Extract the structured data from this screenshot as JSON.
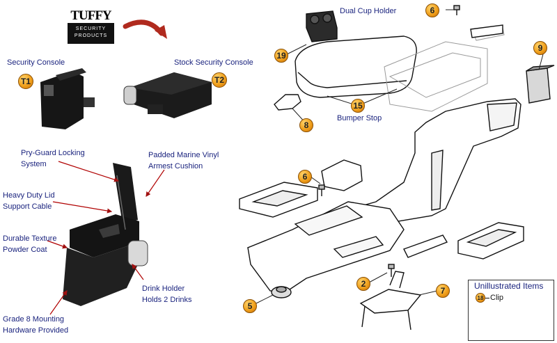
{
  "logo": {
    "brand": "TUFFY",
    "line1": "SECURITY",
    "line2": "PRODUCTS"
  },
  "labels": {
    "security_console": "Security Console",
    "stock_security_console": "Stock Security Console",
    "pry_guard_1": "Pry-Guard Locking",
    "pry_guard_2": "System",
    "padded_1": "Padded Marine Vinyl",
    "padded_2": "Armest Cushion",
    "heavy_duty_1": "Heavy Duty Lid",
    "heavy_duty_2": "Support Cable",
    "durable_1": "Durable Texture",
    "durable_2": "Powder Coat",
    "drink_1": "Drink Holder",
    "drink_2": "Holds 2 Drinks",
    "grade8_1": "Grade 8 Mounting",
    "grade8_2": "Hardware Provided",
    "dual_cup_holder": "Dual Cup Holder",
    "bumper_stop": "Bumper Stop"
  },
  "badges": {
    "t1": "T1",
    "t2": "T2",
    "b19": "19",
    "b6a": "6",
    "b6b": "6",
    "b8": "8",
    "b9": "9",
    "b15": "15",
    "b2": "2",
    "b5": "5",
    "b7": "7"
  },
  "legend": {
    "title": "Unillustrated Items",
    "item_number": "18",
    "item_label": "Clip"
  },
  "colors": {
    "label_text": "#1a237e",
    "badge_fill": "#f0a01c",
    "arrow_red": "#c0392b"
  }
}
